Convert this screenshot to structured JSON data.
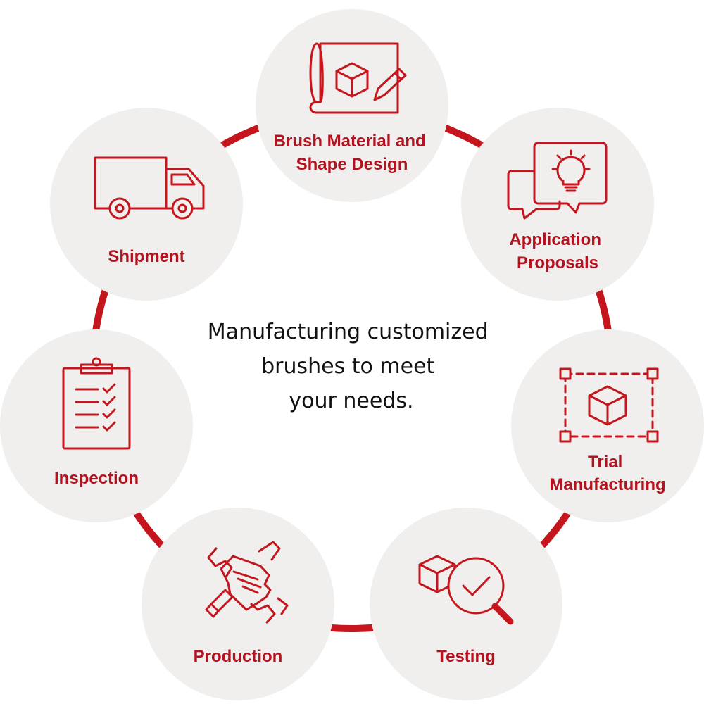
{
  "center_text": [
    "Manufacturing customized",
    "brushes to meet",
    "your needs."
  ],
  "steps": [
    {
      "lines": [
        "Brush Material and",
        "Shape Design"
      ],
      "icon": "blueprint-cube-pencil-icon"
    },
    {
      "lines": [
        "Application",
        "Proposals"
      ],
      "icon": "speech-bubbles-lightbulb-icon"
    },
    {
      "lines": [
        "Trial",
        "Manufacturing"
      ],
      "icon": "dashed-frame-cube-icon"
    },
    {
      "lines": [
        "Testing"
      ],
      "icon": "cube-magnifier-check-icon"
    },
    {
      "lines": [
        "Production"
      ],
      "icon": "hand-wrench-icon"
    },
    {
      "lines": [
        "Inspection"
      ],
      "icon": "clipboard-checklist-icon"
    },
    {
      "lines": [
        "Shipment"
      ],
      "icon": "delivery-truck-icon"
    }
  ],
  "colors": {
    "accent": "#c4161c",
    "label": "#b3121f",
    "node_background": "#f1efee",
    "center_text": "#111111"
  }
}
